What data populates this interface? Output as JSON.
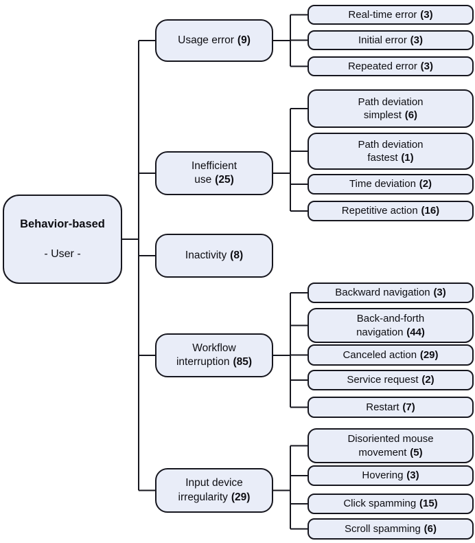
{
  "diagram": {
    "root": {
      "title": "Behavior-based",
      "subtitle": "- User -"
    },
    "branches": [
      {
        "text": "Usage error",
        "count": "(9)",
        "leaves": [
          {
            "text": "Real-time error",
            "count": "(3)"
          },
          {
            "text": "Initial error",
            "count": "(3)"
          },
          {
            "text": "Repeated error",
            "count": "(3)"
          }
        ]
      },
      {
        "text": "Inefficient\nuse",
        "count": "(25)",
        "leaves": [
          {
            "text": "Path deviation\nsimplest",
            "count": "(6)"
          },
          {
            "text": "Path deviation\nfastest",
            "count": "(1)"
          },
          {
            "text": "Time deviation",
            "count": "(2)"
          },
          {
            "text": "Repetitive action",
            "count": "(16)"
          }
        ]
      },
      {
        "text": "Inactivity",
        "count": "(8)",
        "leaves": []
      },
      {
        "text": "Workflow\ninterruption",
        "count": "(85)",
        "leaves": [
          {
            "text": "Backward navigation",
            "count": "(3)"
          },
          {
            "text": "Back-and-forth\nnavigation",
            "count": "(44)"
          },
          {
            "text": "Canceled action",
            "count": "(29)"
          },
          {
            "text": "Service request",
            "count": "(2)"
          },
          {
            "text": "Restart",
            "count": "(7)"
          }
        ]
      },
      {
        "text": "Input device\nirregularity",
        "count": "(29)",
        "leaves": [
          {
            "text": "Disoriented mouse\nmovement",
            "count": "(5)"
          },
          {
            "text": "Hovering",
            "count": "(3)"
          },
          {
            "text": "Click spamming",
            "count": "(15)"
          },
          {
            "text": "Scroll spamming",
            "count": "(6)"
          }
        ]
      }
    ],
    "colors": {
      "node_fill": "#e9edf8",
      "node_border": "#16161e",
      "connector": "#16161e",
      "background": "#ffffff"
    }
  }
}
